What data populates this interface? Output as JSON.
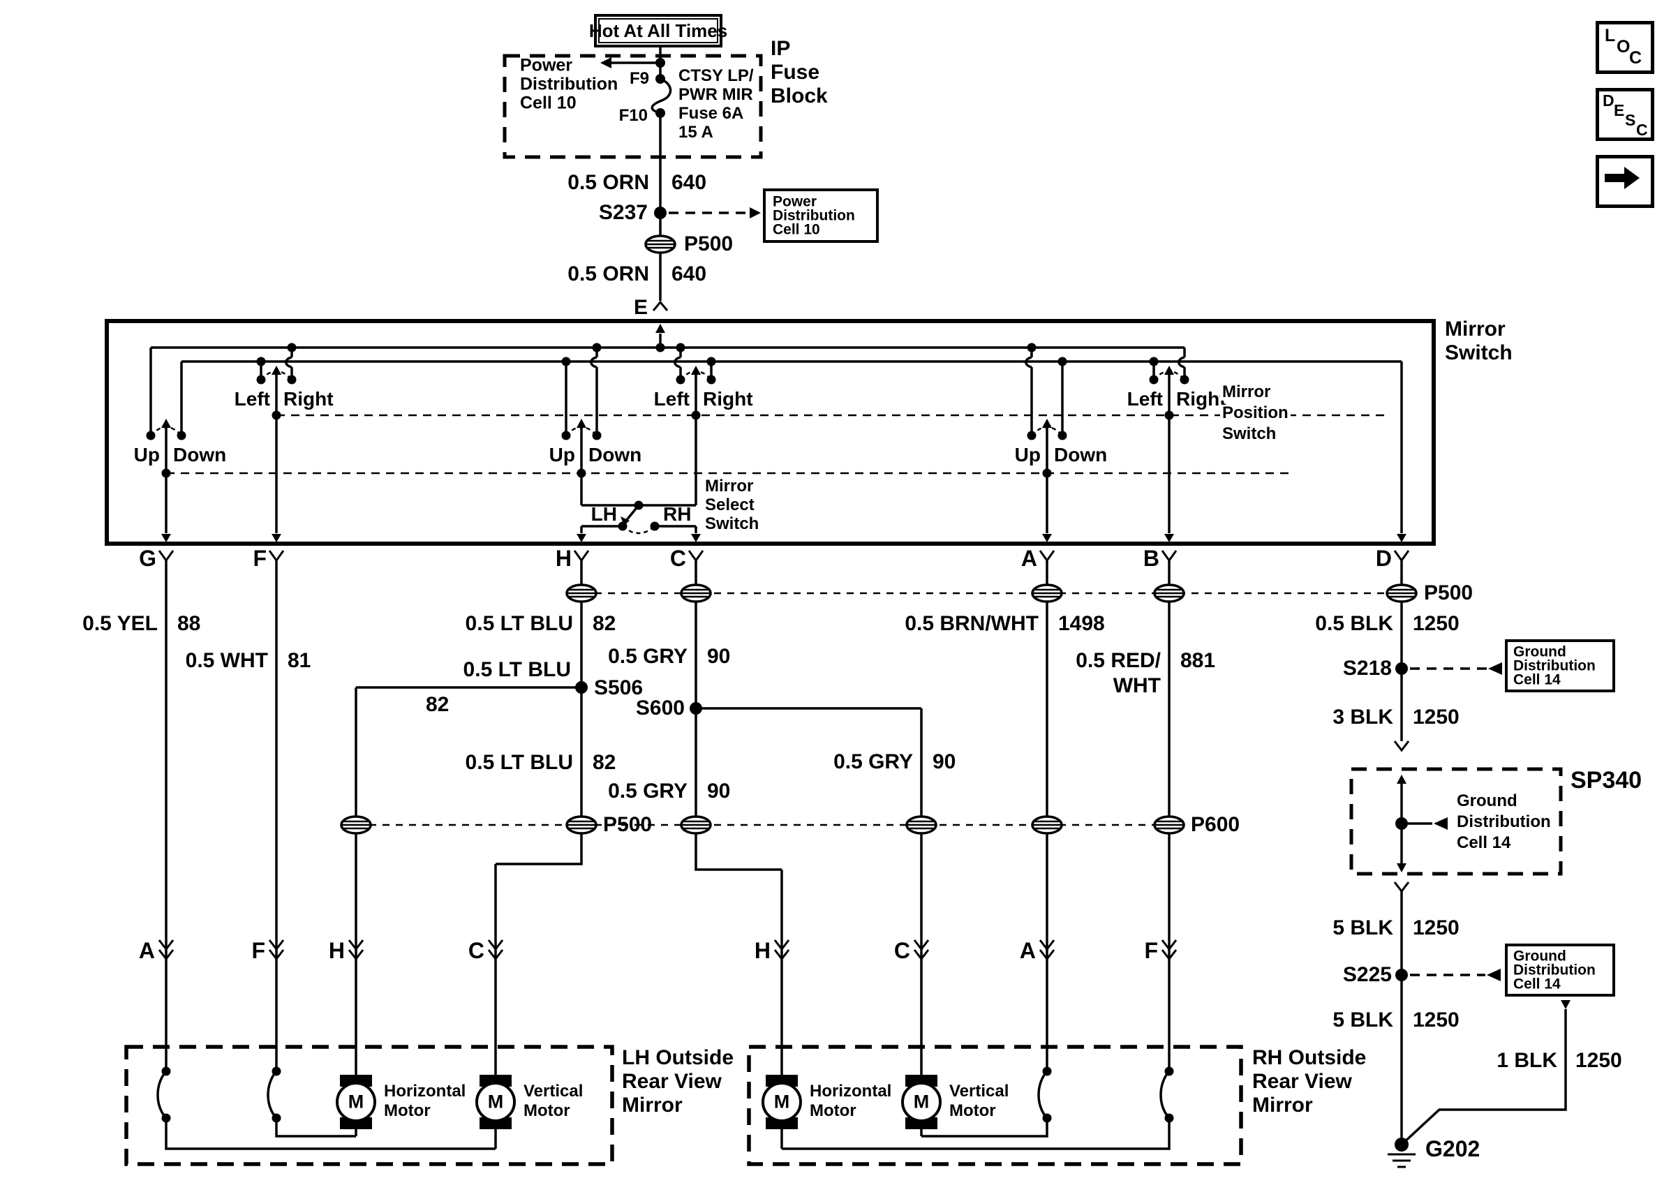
{
  "nav": {
    "loc_letters": [
      "L",
      "O",
      "C"
    ],
    "desc_letters": [
      "D",
      "E",
      "S",
      "C"
    ]
  },
  "power": {
    "hot": "Hot At All Times",
    "block_ref_lines": [
      "Power",
      "Distribution",
      "Cell 10"
    ],
    "fuse_terminal_top": "F9",
    "fuse_terminal_bottom": "F10",
    "fuse_desc_lines": [
      "CTSY LP/",
      "PWR MIR",
      "Fuse 6A",
      "15 A"
    ],
    "block_name_lines": [
      "IP",
      "Fuse",
      "Block"
    ],
    "wire_color": "0.5 ORN",
    "wire_circuit": "640",
    "splice": "S237",
    "dist_ref_lines": [
      "Power",
      "Distribution",
      "Cell 10"
    ],
    "connector": "P500",
    "terminal_in": "E"
  },
  "sw": {
    "name_lines": [
      "Mirror",
      "Switch"
    ],
    "position_lines": [
      "Mirror",
      "Position",
      "Switch"
    ],
    "select_lines": [
      "Mirror",
      "Select",
      "Switch"
    ],
    "lh": "LH",
    "rh": "RH",
    "up": "Up",
    "down": "Down",
    "left": "Left",
    "right": "Right",
    "terms": [
      "G",
      "F",
      "H",
      "C",
      "A",
      "B",
      "D"
    ]
  },
  "wires": {
    "yel": "0.5 YEL",
    "yel_ckt": "88",
    "wht": "0.5 WHT",
    "wht_ckt": "81",
    "ltblu": "0.5 LT BLU",
    "ltblu_ckt": "82",
    "gry": "0.5 GRY",
    "gry_ckt": "90",
    "brnwht": "0.5 BRN/WHT",
    "brnwht_ckt": "1498",
    "red_line1": "0.5 RED/",
    "red_line2": "WHT",
    "red_ckt": "881",
    "blk05": "0.5 BLK",
    "blk3": "3 BLK",
    "blk5": "5 BLK",
    "blk1": "1 BLK",
    "blk_ckt": "1250",
    "s506": "S506",
    "s600": "S600",
    "s218": "S218",
    "s225": "S225",
    "p500": "P500",
    "p600": "P600",
    "sp340": "SP340",
    "g202": "G202"
  },
  "gnd_ref_lines": [
    "Ground",
    "Distribution",
    "Cell 14"
  ],
  "mirrors": {
    "lh_name_lines": [
      "LH Outside",
      "Rear View",
      "Mirror"
    ],
    "rh_name_lines": [
      "RH Outside",
      "Rear View",
      "Mirror"
    ],
    "lh_terms": [
      "A",
      "F",
      "H",
      "C"
    ],
    "rh_terms": [
      "H",
      "C",
      "A",
      "F"
    ],
    "motor_symbol": "M",
    "horizontal_lines": [
      "Horizontal",
      "Motor"
    ],
    "vertical_lines": [
      "Vertical",
      "Motor"
    ]
  }
}
